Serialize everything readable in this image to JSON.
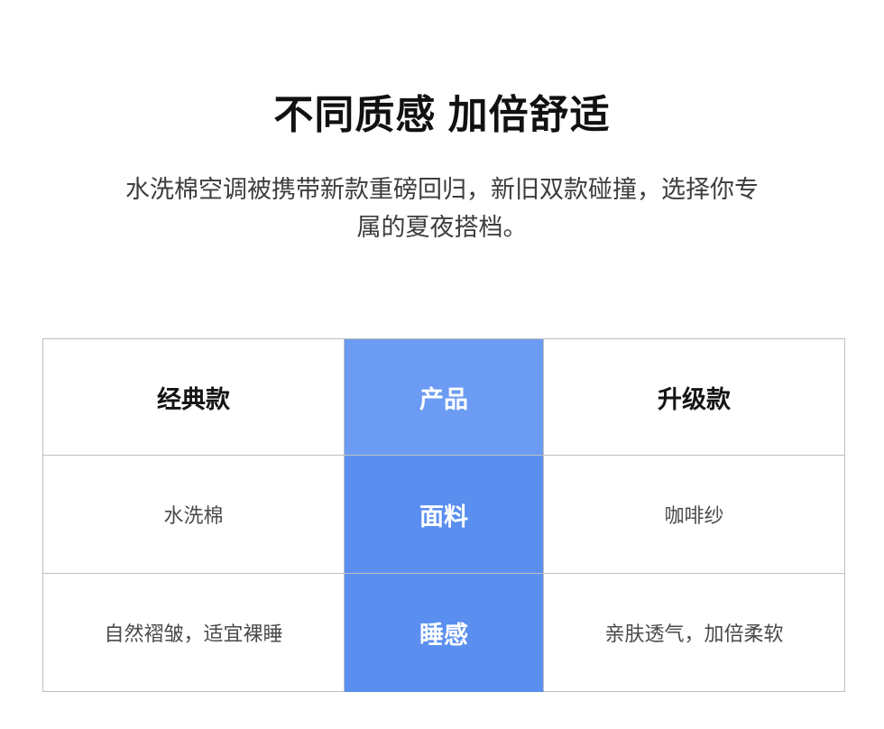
{
  "header": {
    "headline": "不同质感 加倍舒适",
    "subtitle": "水洗棉空调被携带新款重磅回归，新旧双款碰撞，选择你专属的夏夜搭档。"
  },
  "comparison": {
    "accent_color": "#5a8ff0",
    "accent_color_header": "#6b9bf2",
    "columns": [
      "经典款",
      "产品",
      "升级款"
    ],
    "rows": [
      {
        "label": "面料",
        "classic": "水洗棉",
        "upgraded": "咖啡纱"
      },
      {
        "label": "睡感",
        "classic": "自然褶皱，适宜裸睡",
        "upgraded": "亲肤透气，加倍柔软"
      }
    ]
  }
}
